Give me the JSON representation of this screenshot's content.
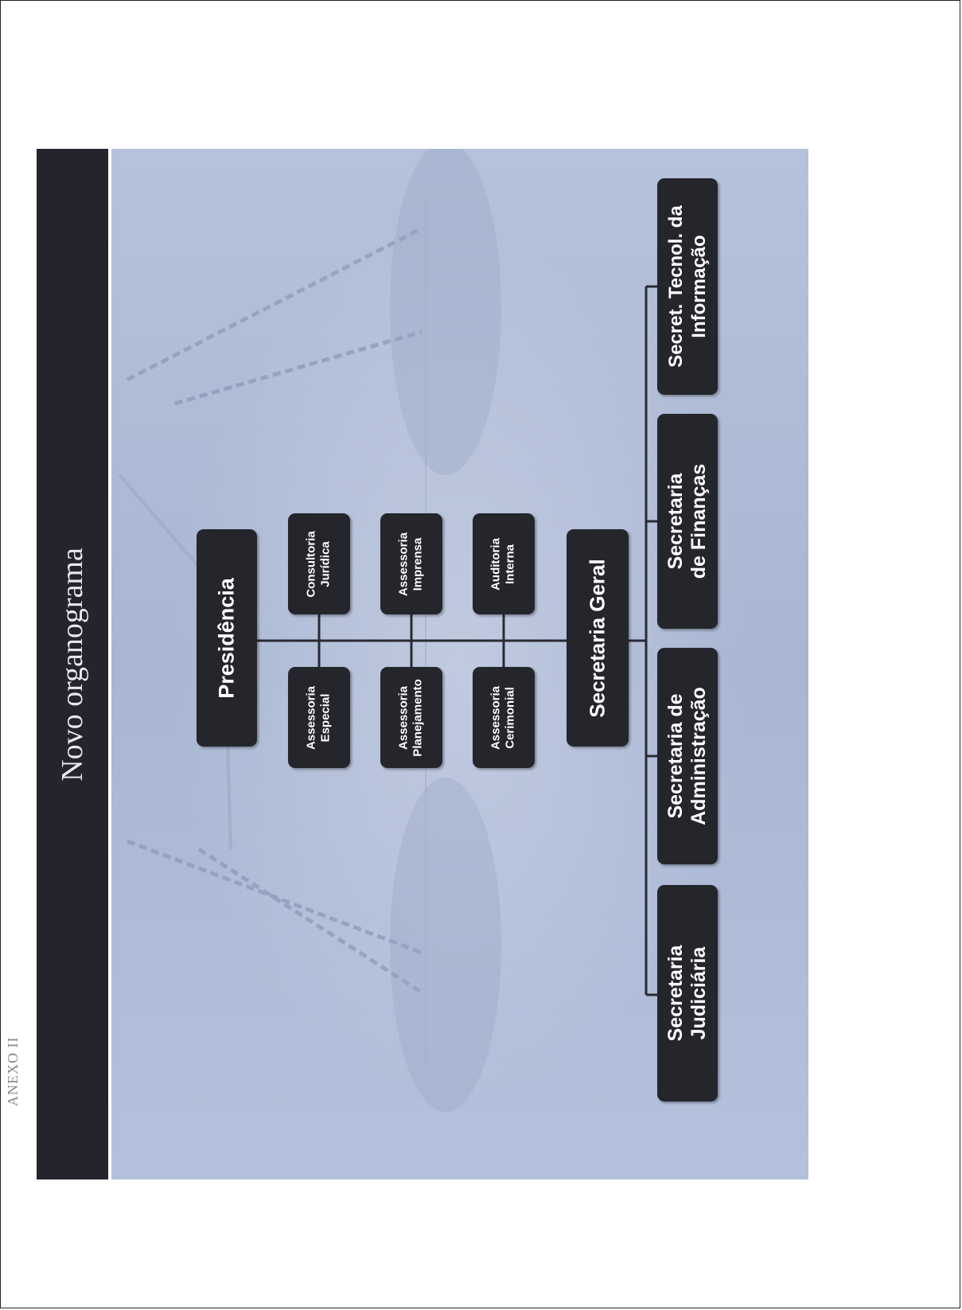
{
  "page": {
    "title": "Novo organograma",
    "margin_text": "ANEXO II"
  },
  "org": {
    "presidencia": "Presidência",
    "advisors_left": [
      "Assessoria\nEspecial",
      "Assessoria\nPlanejamento",
      "Assessoria\nCerimonial"
    ],
    "advisors_right": [
      "Consultoria\nJurídica",
      "Assessoria\nImprensa",
      "Auditoria\nInterna"
    ],
    "secretaria_geral": "Secretaria Geral",
    "secretariats": [
      "Secretaria\nJudiciária",
      "Secretaria de\nAdministração",
      "Secretaria\nde Finanças",
      "Secret. Tecnol. da\nInformação"
    ]
  },
  "colors": {
    "box_fill": "#25252c",
    "title_bar": "#24242d",
    "slide_bg": "#aebbd6"
  }
}
